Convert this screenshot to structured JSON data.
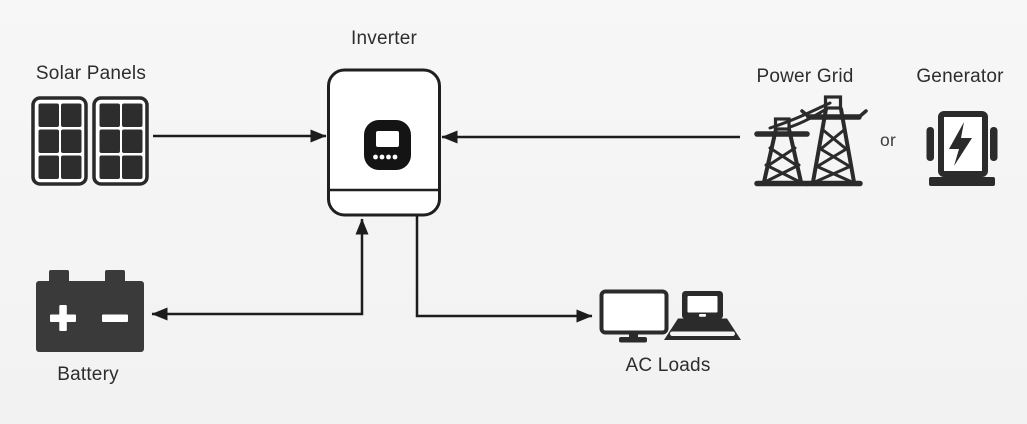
{
  "nodes": {
    "solar_panels": {
      "label": "Solar Panels"
    },
    "inverter": {
      "label": "Inverter"
    },
    "power_grid": {
      "label": "Power Grid"
    },
    "or": {
      "label": "or"
    },
    "generator": {
      "label": "Generator"
    },
    "battery": {
      "label": "Battery"
    },
    "ac_loads": {
      "label": "AC Loads"
    }
  },
  "connections": [
    {
      "from": "Solar Panels",
      "to": "Inverter",
      "arrow": "one-way"
    },
    {
      "from": "Power Grid or Generator",
      "to": "Inverter",
      "arrow": "one-way"
    },
    {
      "from": "Inverter",
      "to": "Battery",
      "arrow": "two-way"
    },
    {
      "from": "Inverter",
      "to": "AC Loads",
      "arrow": "one-way"
    }
  ],
  "colors": {
    "background": "#f5f5f5",
    "line": "#1c1c1c",
    "icon_dark": "#333333",
    "box_fill": "#ffffff",
    "text": "#2d2d2d"
  }
}
